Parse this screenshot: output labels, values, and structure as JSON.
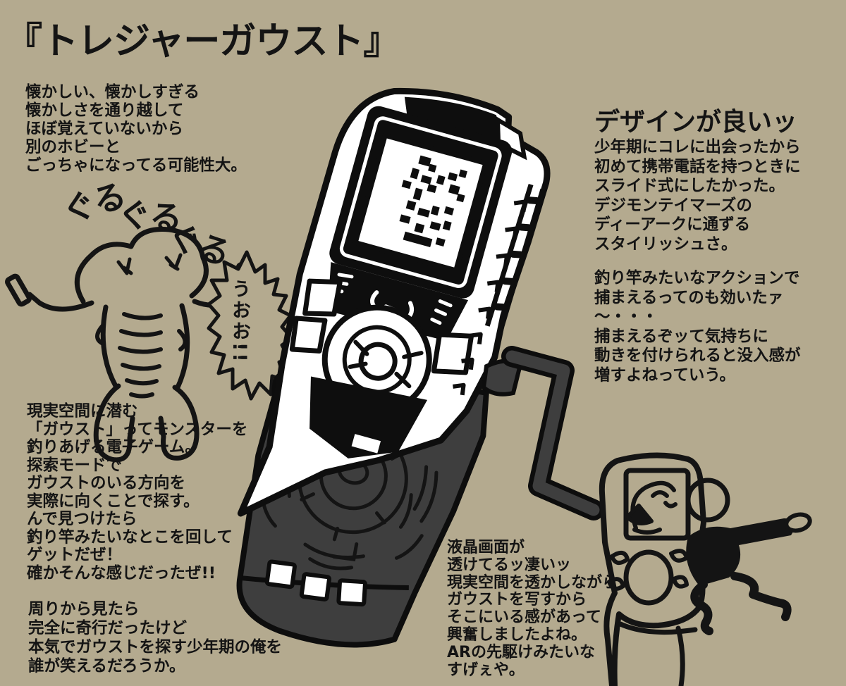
{
  "palette": {
    "background": "#b4aa8f",
    "ink": "#141414",
    "device_grey": "#3e3e3e",
    "device_white": "#ffffff"
  },
  "title": "『トレジャーガウスト』",
  "annotations": {
    "nostalgia": "懐かしい、懐かしすぎる\n懐かしさを通り越して\nほぼ覚えていないから\n別のホビーと\nごっちゃになってる可能性大。",
    "spin_sfx_1": "ぐる",
    "spin_sfx_2": "ぐる",
    "spin_sfx_3": "ぐる",
    "shout": "うおお!!",
    "design_heading": "デザインが良いッ",
    "design_body": "少年期にコレに出会ったから\n初めて携帯電話を持つときに\nスライド式にしたかった。\nデジモンテイマーズの\nディーアークに通ずる\nスタイリッシュさ。",
    "action_body": "釣り竿みたいなアクションで\n捕まえるってのも効いたァ～・・・\n捕まえるぞッて気持ちに\n動きを付けられると没入感が\n増すよねっていう。",
    "gameplay_body": "現実空間に潜む\n「ガウスト」ってモンスターを\n釣りあげる電子ゲーム。\n探索モードで\nガウストのいる方向を\n実際に向くことで探す。\nんで見つけたら\n釣り竿みたいなとこを回して\nゲットだぜ！\n確かそんな感じだったぜ!!",
    "memory_body": "周りから見たら\n完全に奇行だったけど\n本気でガウストを探す少年期の俺を\n誰が笑えるだろうか。",
    "screen_body": "液晶画面が\n透けてるッ凄いッ\n現実空間を透かしながら\nガウストを写すから\nそこにいる感があって\n興奮しましたよね。\nARの先駆けみたいな\nすげぇや。"
  }
}
